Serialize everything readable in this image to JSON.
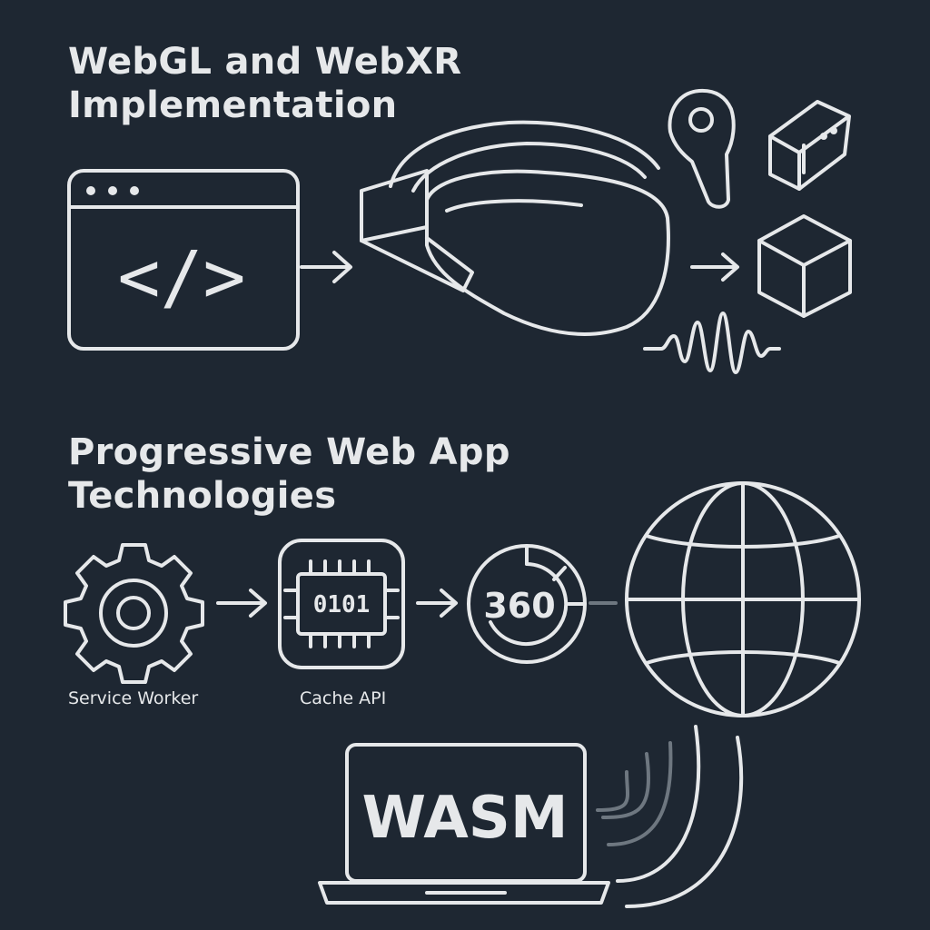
{
  "section1": {
    "title_line1": "WebGL and WebXR",
    "title_line2": "Implementation",
    "code_glyph": "</>"
  },
  "section2": {
    "title_line1": "Progressive Web App",
    "title_line2": "Technologies",
    "service_worker_label": "Service Worker",
    "cache_api_label": "Cache API",
    "binary_text": "0101",
    "degrees_text": "360",
    "wasm_text": "WASM"
  },
  "icons": [
    "browser-code-icon",
    "vr-headset-icon",
    "controller-icon",
    "vr-glasses-icon",
    "cube-icon",
    "waveform-icon",
    "gear-icon",
    "chip-icon",
    "360-dial-icon",
    "globe-icon",
    "laptop-icon",
    "signal-waves-icon"
  ],
  "colors": {
    "background": "#1e2732",
    "stroke": "#e6e8ea",
    "muted": "#6e7780"
  }
}
